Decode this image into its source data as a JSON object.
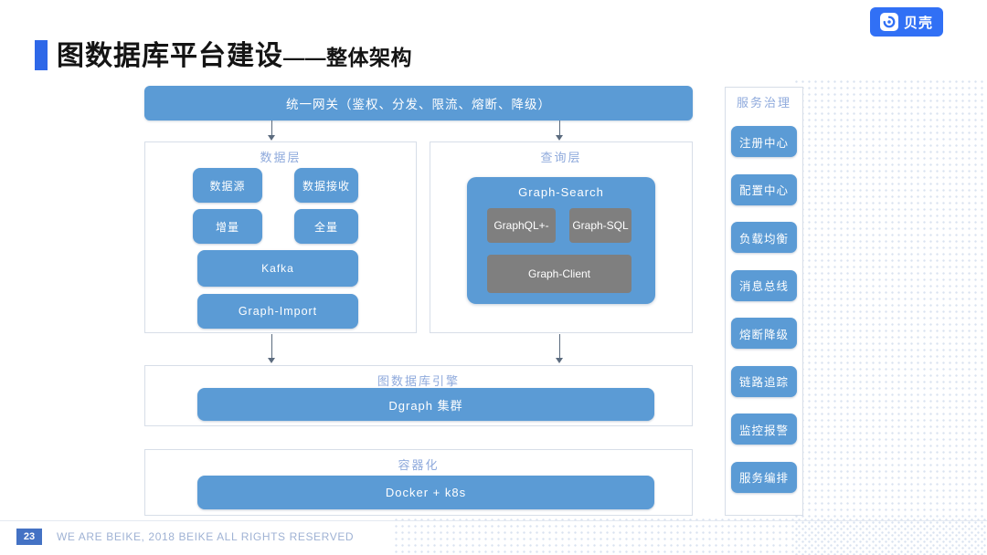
{
  "header": {
    "logo_text": "贝壳",
    "title_main": "图数据库平台建设",
    "title_sub": "——整体架构"
  },
  "diagram": {
    "gateway": "统一网关（鉴权、分发、限流、熔断、降级）",
    "data_layer": {
      "header": "数据层",
      "source": "数据源",
      "receive": "数据接收",
      "incremental": "增量",
      "full": "全量",
      "kafka": "Kafka",
      "graph_import": "Graph-Import"
    },
    "query_layer": {
      "header": "查询层",
      "graph_search": "Graph-Search",
      "graphql": "GraphQL+-",
      "graph_sql": "Graph-SQL",
      "graph_client": "Graph-Client"
    },
    "engine": {
      "header": "图数据库引擎",
      "bar": "Dgraph 集群"
    },
    "containerization": {
      "header": "容器化",
      "bar": "Docker + k8s"
    },
    "governance": {
      "header": "服务治理",
      "items": [
        "注册中心",
        "配置中心",
        "负载均衡",
        "消息总线",
        "熔断降级",
        "链路追踪",
        "监控报警",
        "服务编排"
      ]
    }
  },
  "footer": {
    "page": "23",
    "copyright": "WE ARE BEIKE, 2018 BEIKE ALL RIGHTS RESERVED"
  },
  "colors": {
    "box_blue": "#5B9BD5",
    "box_gray": "#7F7F7F",
    "accent_blue": "#2E68E8",
    "logo_blue": "#3170F5",
    "header_light_blue": "#8FAADC",
    "page_blue": "#4472C4"
  }
}
